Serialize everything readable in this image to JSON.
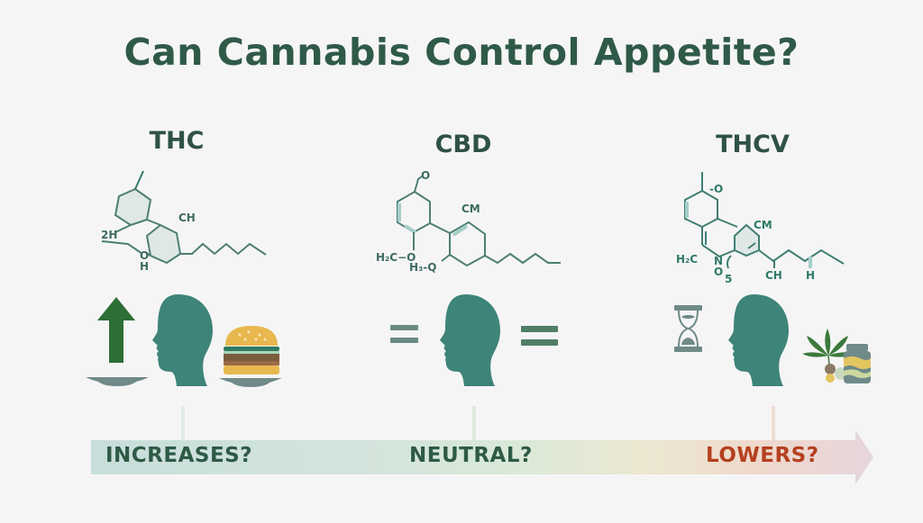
{
  "title": "Can Cannabis Control Appetite?",
  "compounds": [
    {
      "name": "THC",
      "molecule_labels": [
        "CH",
        "2H",
        "O",
        "H"
      ],
      "effect_icons": [
        "up-arrow-icon",
        "head-profile-icon",
        "burger-icon",
        "plate-icon"
      ],
      "effect_label": "INCREASES?",
      "effect_color": "#2e5a46"
    },
    {
      "name": "CBD",
      "molecule_labels": [
        "O",
        "CM",
        "H₂C−O",
        "H₃-Q"
      ],
      "effect_icons": [
        "equals-icon",
        "head-profile-icon",
        "equals-icon"
      ],
      "effect_label": "NEUTRAL?",
      "effect_color": "#2e5a46"
    },
    {
      "name": "THCV",
      "molecule_labels": [
        "-O",
        "CM",
        "H₂C",
        "N",
        "O",
        "5",
        "CH",
        "H"
      ],
      "effect_icons": [
        "hourglass-icon",
        "head-profile-icon",
        "cannabis-leaf-icon",
        "supplement-jar-icon"
      ],
      "effect_label": "LOWERS?",
      "effect_color": "#b5401f"
    }
  ],
  "colors": {
    "title": "#2f5a48",
    "head": "#3e8478",
    "arrow_up": "#2d6e35",
    "plate": "#6f8a88",
    "bun": "#e8b84f",
    "patty": "#7a5b3e",
    "scale_start": "#c8dedb",
    "scale_end": "#e8d6da"
  }
}
